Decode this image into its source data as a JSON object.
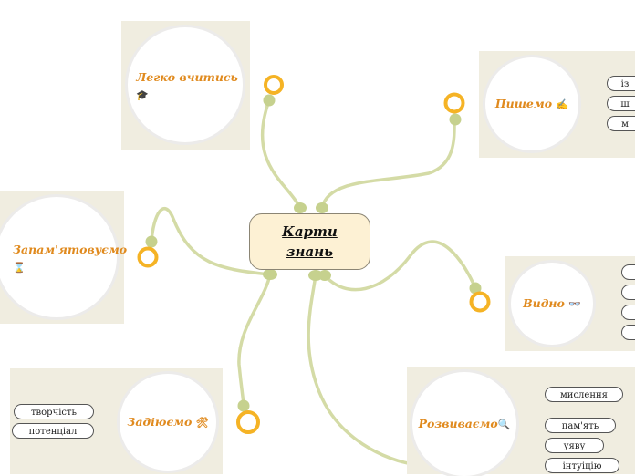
{
  "central": {
    "label": "Карти знань"
  },
  "colors": {
    "accent": "#e08a1e",
    "connector": "#d4dba6",
    "node": "#c6d18e",
    "ring": "#f5b325",
    "panel": "#f0ede0"
  },
  "topics": [
    {
      "id": "easy",
      "label": "Легко вчитись",
      "icon": "🎓",
      "items": []
    },
    {
      "id": "write",
      "label": "Пишемо",
      "icon": "✍",
      "items": [
        "із",
        "ш",
        "м"
      ]
    },
    {
      "id": "remember",
      "label": "Запам'ятовуємо",
      "icon": "⌛",
      "items": []
    },
    {
      "id": "see",
      "label": "Видно",
      "icon": "👓",
      "items": [
        "",
        "",
        "",
        ""
      ]
    },
    {
      "id": "engage",
      "label": "Задіюємо",
      "icon": "🛠",
      "items": [
        "творчість",
        "потенціал"
      ]
    },
    {
      "id": "develop",
      "label": "Розвиваємо",
      "icon": "🔍",
      "items": [
        "мислення",
        "пам'ять",
        "уяву",
        "інтуіцію"
      ]
    }
  ]
}
